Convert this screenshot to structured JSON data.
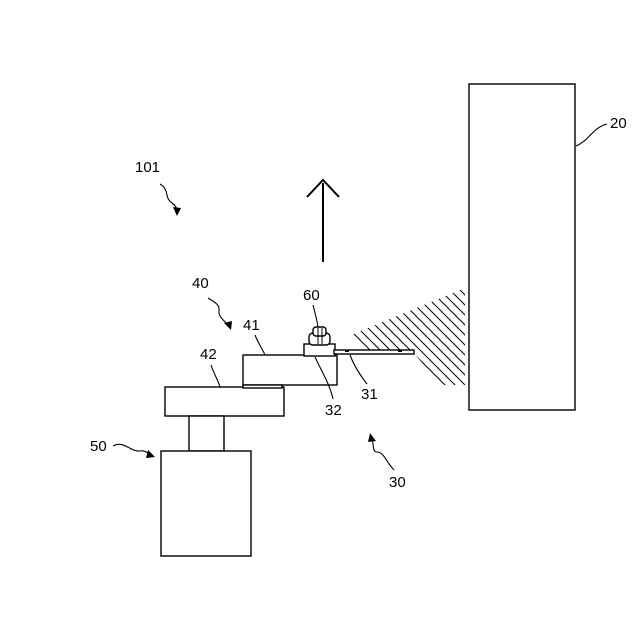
{
  "labels": {
    "system": "101",
    "wall": "20",
    "robot": "40",
    "arm_upper": "41",
    "arm_lower": "42",
    "base": "50",
    "sensor": "60",
    "hand_joint": "32",
    "hand_blade": "31",
    "hand": "30"
  },
  "arrow_direction": "up"
}
